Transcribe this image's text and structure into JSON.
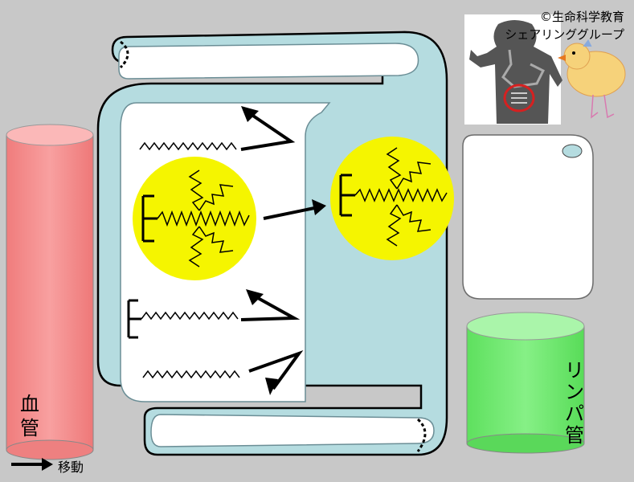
{
  "copyright": {
    "line1": "©生命科学教育",
    "line2": "シェアリンググループ"
  },
  "labels": {
    "blood_vessel": "血管",
    "lymph_vessel": "リンパ管",
    "legend_move": "移動"
  },
  "colors": {
    "background": "#c8c8c8",
    "blood_vessel": "#f58c8c",
    "lymph_vessel": "#6ee66e",
    "intestine_lumen": "#b5dce0",
    "micelle": "#f5f500"
  },
  "icons": [
    "human-digestive-icon",
    "chick-mascot-icon",
    "arrow-icon"
  ]
}
